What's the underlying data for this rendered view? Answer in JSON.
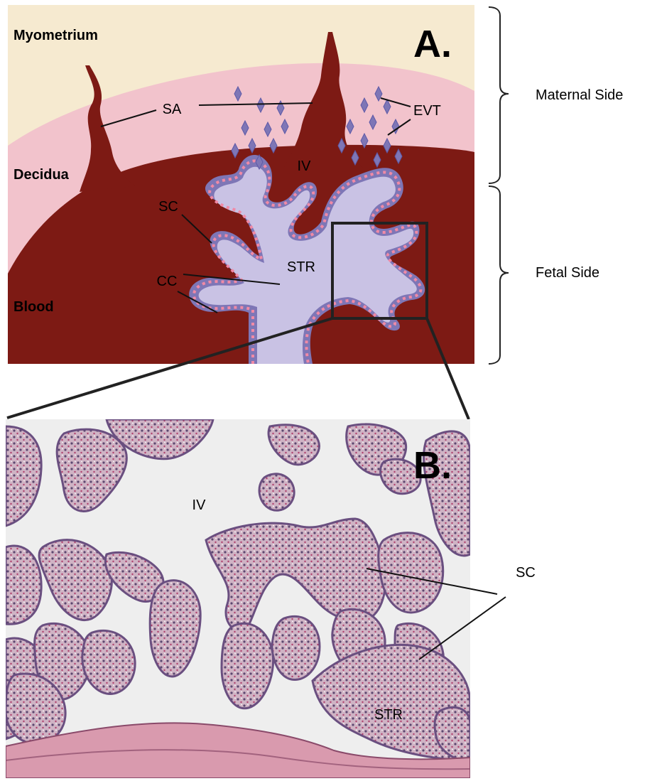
{
  "panel_a": {
    "letter": "A.",
    "layers": {
      "myometrium": "Myometrium",
      "decidua": "Decidua",
      "blood": "Blood"
    },
    "structures": {
      "sa": "SA",
      "evt": "EVT",
      "iv": "IV",
      "sc": "SC",
      "cc": "CC",
      "str": "STR"
    },
    "sides": {
      "maternal": "Maternal Side",
      "fetal": "Fetal Side"
    },
    "colors": {
      "myometrium": "#f6ead0",
      "decidua": "#f2c3cc",
      "blood": "#7d1a14",
      "villus_core": "#c9c2e4",
      "villus_rim": "#7e76b6",
      "trophoblast": "#5d5aa8"
    }
  },
  "panel_b": {
    "letter": "B.",
    "structures": {
      "iv": "IV",
      "sc": "SC",
      "str": "STR"
    },
    "colors": {
      "background": "#eeeeee",
      "tissue": "#c4a3b8",
      "nuclei": "#4b3a66"
    }
  }
}
